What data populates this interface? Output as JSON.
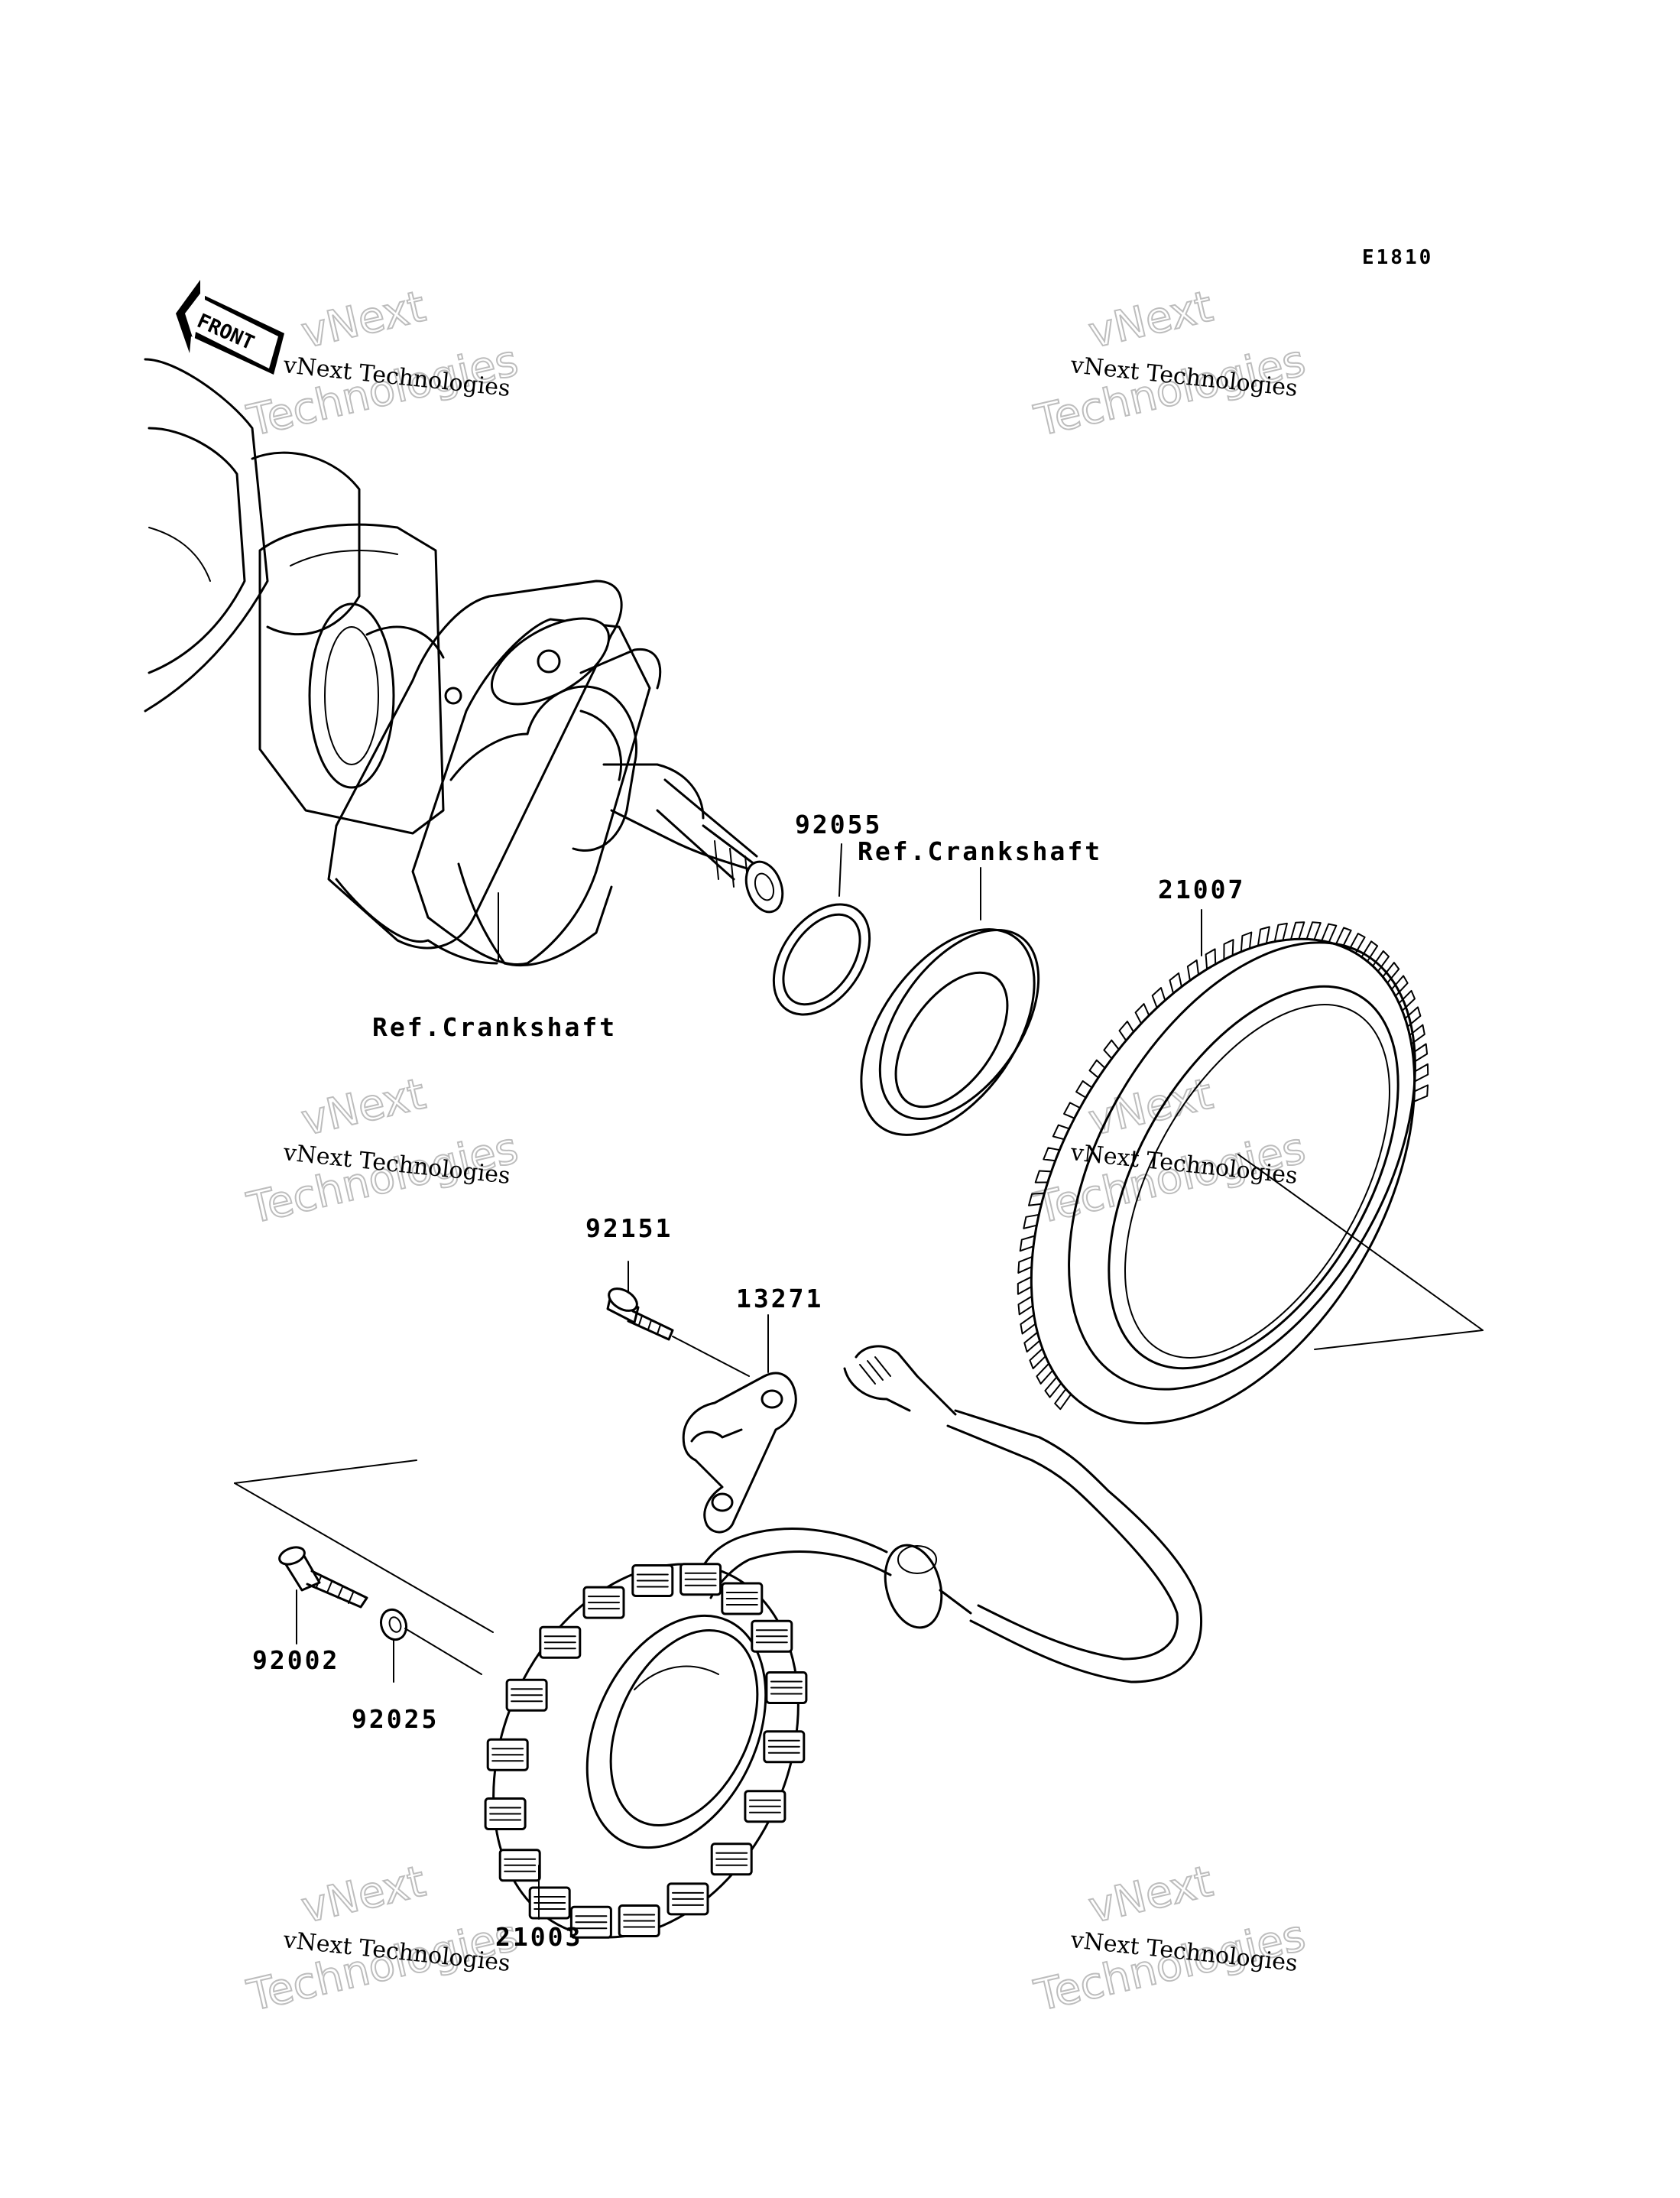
{
  "diagram_code": "E1810",
  "front_label": "FRONT",
  "part_labels": {
    "oring": "92055",
    "ref_crankshaft_right": "Ref.Crankshaft",
    "rotor": "21007",
    "ref_crankshaft_left": "Ref.Crankshaft",
    "plate_bolt": "92151",
    "plate": "13271",
    "stator_bolt": "92002",
    "washer": "92025",
    "stator": "21003"
  },
  "watermark": {
    "line1": "vNext Technologies",
    "big1": "vNext",
    "big2": "Technologies"
  }
}
